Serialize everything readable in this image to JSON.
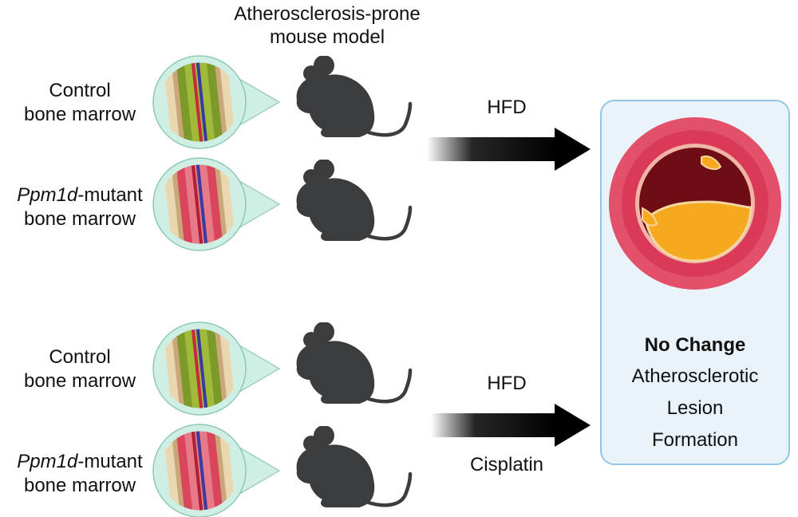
{
  "model_title": [
    "Atherosclerosis-prone",
    "mouse model"
  ],
  "groups": [
    {
      "rows": [
        {
          "name_italic": "",
          "name_rest": "Control",
          "line2": "bone marrow",
          "marrow": "control"
        },
        {
          "name_italic": "Ppm1d",
          "name_rest": "-mutant",
          "line2": "bone marrow",
          "marrow": "mutant"
        }
      ],
      "arrow_label_top": "HFD",
      "arrow_label_bottom": ""
    },
    {
      "rows": [
        {
          "name_italic": "",
          "name_rest": "Control",
          "line2": "bone marrow",
          "marrow": "control"
        },
        {
          "name_italic": "Ppm1d",
          "name_rest": "-mutant",
          "line2": "bone marrow",
          "marrow": "mutant"
        }
      ],
      "arrow_label_top": "HFD",
      "arrow_label_bottom": "Cisplatin"
    }
  ],
  "result": {
    "headline": "No Change",
    "lines": [
      "Atherosclerotic",
      "Lesion",
      "Formation"
    ]
  },
  "colors": {
    "mouse": "#3a3c3e",
    "arrow": "#000000",
    "box_fill": "#eaf3fa",
    "box_border": "#93c6e6",
    "vessel_outer": "#e2506a",
    "vessel_inner": "#d93a57",
    "plaque_dark": "#6e0e14",
    "plaque_yellow": "#f6a91c",
    "marrow_control": "#7c9a2a",
    "marrow_mutant": "#d9465c",
    "bone": "#ead7b0",
    "lens": "#cfeee4"
  }
}
